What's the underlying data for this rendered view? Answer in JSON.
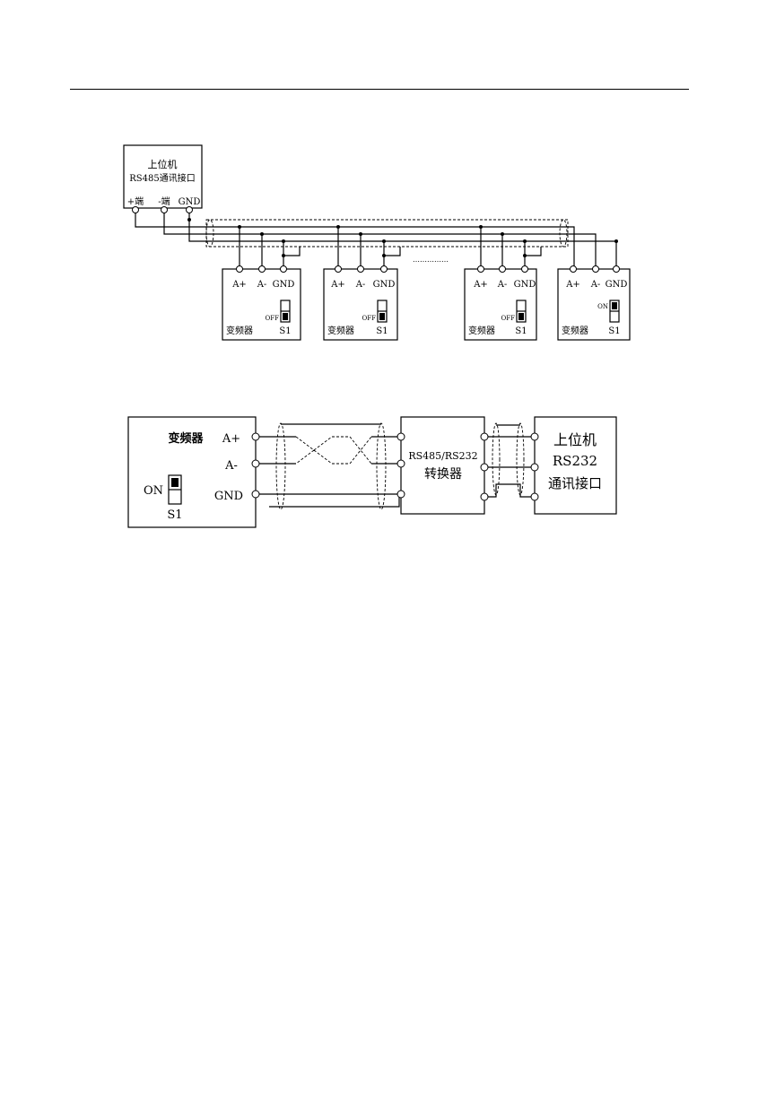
{
  "diagram1": {
    "host": {
      "title": "上位机",
      "subtitle": "RS485通讯接口",
      "terminals": [
        "+端",
        "-端",
        "GND"
      ]
    },
    "drives": [
      {
        "terminals": [
          "A+",
          "A-",
          "GND"
        ],
        "name": "变频器",
        "switch_label": "S1",
        "switch_state": "OFF"
      },
      {
        "terminals": [
          "A+",
          "A-",
          "GND"
        ],
        "name": "变频器",
        "switch_label": "S1",
        "switch_state": "OFF"
      },
      {
        "terminals": [
          "A+",
          "A-",
          "GND"
        ],
        "name": "变频器",
        "switch_label": "S1",
        "switch_state": "OFF"
      },
      {
        "terminals": [
          "A+",
          "A-",
          "GND"
        ],
        "name": "变频器",
        "switch_label": "S1",
        "switch_state": "ON"
      }
    ],
    "ellipsis": "……………"
  },
  "diagram2": {
    "drive": {
      "name": "变频器",
      "terminals": [
        "A+",
        "A-",
        "GND"
      ],
      "switch_state": "ON",
      "switch_label": "S1"
    },
    "converter": {
      "line1": "RS485/RS232",
      "line2": "转换器"
    },
    "host": {
      "line1": "上位机",
      "line2": "RS232",
      "line3": "通讯接口"
    }
  }
}
